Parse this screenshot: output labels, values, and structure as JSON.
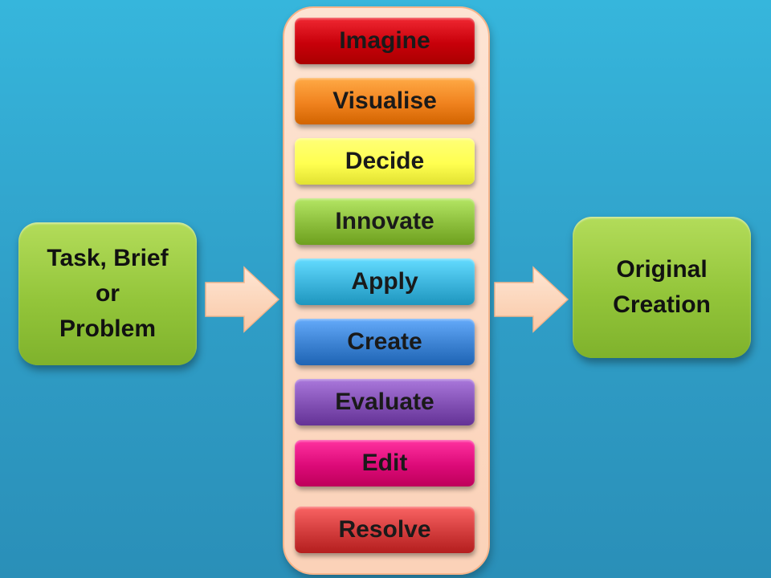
{
  "input": {
    "lines": [
      "Task, Brief",
      "or",
      "Problem"
    ]
  },
  "output": {
    "lines": [
      "Original",
      "Creation"
    ]
  },
  "steps": [
    {
      "label": "Imagine",
      "color": "#c8000a"
    },
    {
      "label": "Visualise",
      "color": "#f0821e"
    },
    {
      "label": "Decide",
      "color": "#ffff50"
    },
    {
      "label": "Innovate",
      "color": "#8cbe3c"
    },
    {
      "label": "Apply",
      "color": "#3cb4dc"
    },
    {
      "label": "Create",
      "color": "#3c82d2"
    },
    {
      "label": "Evaluate",
      "color": "#8250b4"
    },
    {
      "label": "Edit",
      "color": "#dc0a78"
    },
    {
      "label": "Resolve",
      "color": "#d23c3c"
    }
  ],
  "colors": {
    "box_green": "#93c53a",
    "panel_peach": "#fbd2b8",
    "arrow_fill": "#fcd9c0",
    "background": "#2f9dc6"
  }
}
